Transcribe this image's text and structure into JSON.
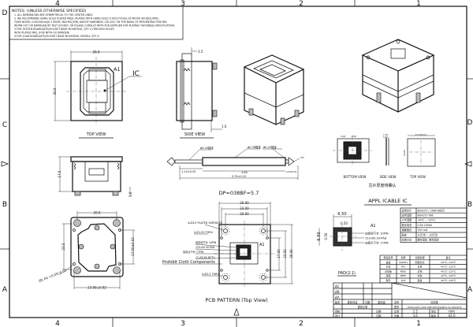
{
  "frame": {
    "zones_top": [
      "4",
      "3",
      "2",
      "1"
    ],
    "zones_bottom": [
      "4",
      "3",
      "2",
      "1"
    ],
    "zones_left": [
      "D",
      "C",
      "B",
      "A"
    ],
    "zones_right": [
      "D",
      "C",
      "B",
      "A"
    ]
  },
  "notes": {
    "title": "NOTES: (UNLESS OTHERWISE SPECIFIED)",
    "lines": [
      "1. ALL DIMENSIONS ARE SYMMETRICAL TO THE CENTER LINES.",
      "2. WE RECOMMEND USING GOLD PLATED PADS (PLATED WITH HARD GOLD 0.00127mm[0.05 MICRO INCHES] MIN),",
      "OVER NICKEL 0.00254mm[0.1 MICRO INCHES] MIN, KNOOP HARDNESS 130-200, ON THE BASIS OF PREVENTING PCB PAD",
      "WORN OUT OR DAMAGED BY TEST SOCKET. OR PLEASE CONSULT WITH PCB SUPPLIER FOR PLATING THICKNESS SPECIFICATION.",
      "3.FOR SYSTEM BOARD(ATE)/SOCKET BASE MOUNTING, QTY 4,THROUGH HOLES",
      "WITH PLATED PAD. (FOR NPTH OO BORDER)",
      "4.FOR LOAD BOARD(ATE)/SOCKET BASE MOUNTING, INSTALL QTY 4."
    ]
  },
  "top_view": {
    "label": "TOP VIEW",
    "width_dim": "26.0",
    "height_dim": "30.0",
    "a1": "A1",
    "ic": "IC"
  },
  "side_view": {
    "label": "SIDE VIEW",
    "dim_top": "3.5",
    "dim_bottom": "1.6"
  },
  "front_view": {
    "height_dim": "17.5",
    "dim_bottom": "1.6"
  },
  "bottom_view": {
    "width_dim": "20.0",
    "height_dim": "23.5",
    "right_dim": "17.00±0.02",
    "bottom_dim": "23.00±0.02",
    "hole_dim": "Ø1.60 +0.05/-0.01"
  },
  "pin": {
    "callout_1": "ø0.20镀金",
    "callout_2": "ø0.38镀金",
    "callout_3": "ø0.20镀金",
    "tip_label": "30°",
    "dim_left": "1.10±0.05",
    "dim_mid": "4.80",
    "dim_right": "0.40±0.05",
    "dim_total": "5.70±0.10",
    "title": "DP=038BF=5.7"
  },
  "pcb_pattern": {
    "label": "PCB PATTERN (Top View)",
    "dim_top_1": "26.00",
    "dim_top_2": "23.00",
    "dim_top_3": "20.00",
    "dim_right_1": "17.00",
    "dim_right_2": "23.00",
    "dim_right_3": "30.00",
    "a1": "A1",
    "callouts": [
      "4-Ø3.0 PLATED SURFACES",
      "4-Ø1.50 THRU",
      "加探测下针 10PIN",
      "153-Ø0.30-PAD",
      "加探点下针 77PIN",
      "12-Ø0.80 NPTH",
      "Prohibit Cloth Components",
      "4-Ø2.2 THRU"
    ]
  },
  "applicable_ic": {
    "bottom_view": "BOTTOM VIEW",
    "side_view": "SIDE VIEW",
    "top_view": "TOP VIEW",
    "note_cn": "芯片厚度待确认",
    "title": "APPL ICABLE IC",
    "dims": [
      "1.00",
      "0.50",
      "1.20",
      "0.40",
      "11.50±0.1",
      "13.00"
    ]
  },
  "pad": {
    "width_dim": "6.50",
    "pitch_dim": "0.50",
    "height_dim": "6.50",
    "pitch_dim_v": "0.50",
    "a1": "A1",
    "callout_1": "加探测下针 10PIN",
    "callout_2": "153-Ø0.30-PAD",
    "callout_3": "加探点下针 77PIN",
    "label": "PAD(2:1)"
  },
  "spec_table": {
    "rows": [
      [
        "适用芯片",
        "BGA153 / 158PCB芯片"
      ],
      [
        "适用温度",
        "BGA153 TB6"
      ],
      [
        "工作温度",
        "-40℃ ~ 125℃"
      ],
      [
        "额定电流",
        "0.5A 10000"
      ],
      [
        "接触阻抗",
        "100 mΩ"
      ],
      [
        "寿命",
        "10万次 ~ 20万次"
      ],
      [
        "安装方式",
        "螺丝固定, 螺丝固定"
      ]
    ]
  },
  "material_table": {
    "header": [
      "部品名称",
      "材质",
      "表面处理",
      "备注"
    ],
    "rows": [
      [
        "盖板",
        "AL6061",
        "阳极氧化",
        "-40℃~125℃"
      ],
      [
        "主体",
        "PEI",
        "本色",
        "-40℃~125℃"
      ],
      [
        "浮动板",
        "PEEK",
        "本色",
        "-40℃~125℃"
      ],
      [
        "底座",
        "PEEK",
        "本色",
        "-40℃~125℃"
      ],
      [
        "探针",
        "SK4",
        "镀金",
        "-40℃~125℃"
      ]
    ]
  },
  "title_block": {
    "revisions": [
      "ΔC",
      "ΔB",
      "ΔA"
    ],
    "rev_header": [
      "版本",
      "更改内容",
      "日期",
      "更改者"
    ],
    "rev_record": "更改记录",
    "name_label": "名称",
    "name_value": "测试座",
    "model_label": "型号",
    "model_value": "HYD2.2CH 1209 UFB 9007(S)P8.5-11.50130 B",
    "checked_label": "审核",
    "designed_label": "设计",
    "date_label": "日期",
    "scale_label": "比例",
    "scale_value": "1:1",
    "unit_label": "单位",
    "unit_value": "mm",
    "sheet_label": "页面",
    "sheet_value": "1/1",
    "version_label": "版本",
    "version_value": "V2.0"
  }
}
